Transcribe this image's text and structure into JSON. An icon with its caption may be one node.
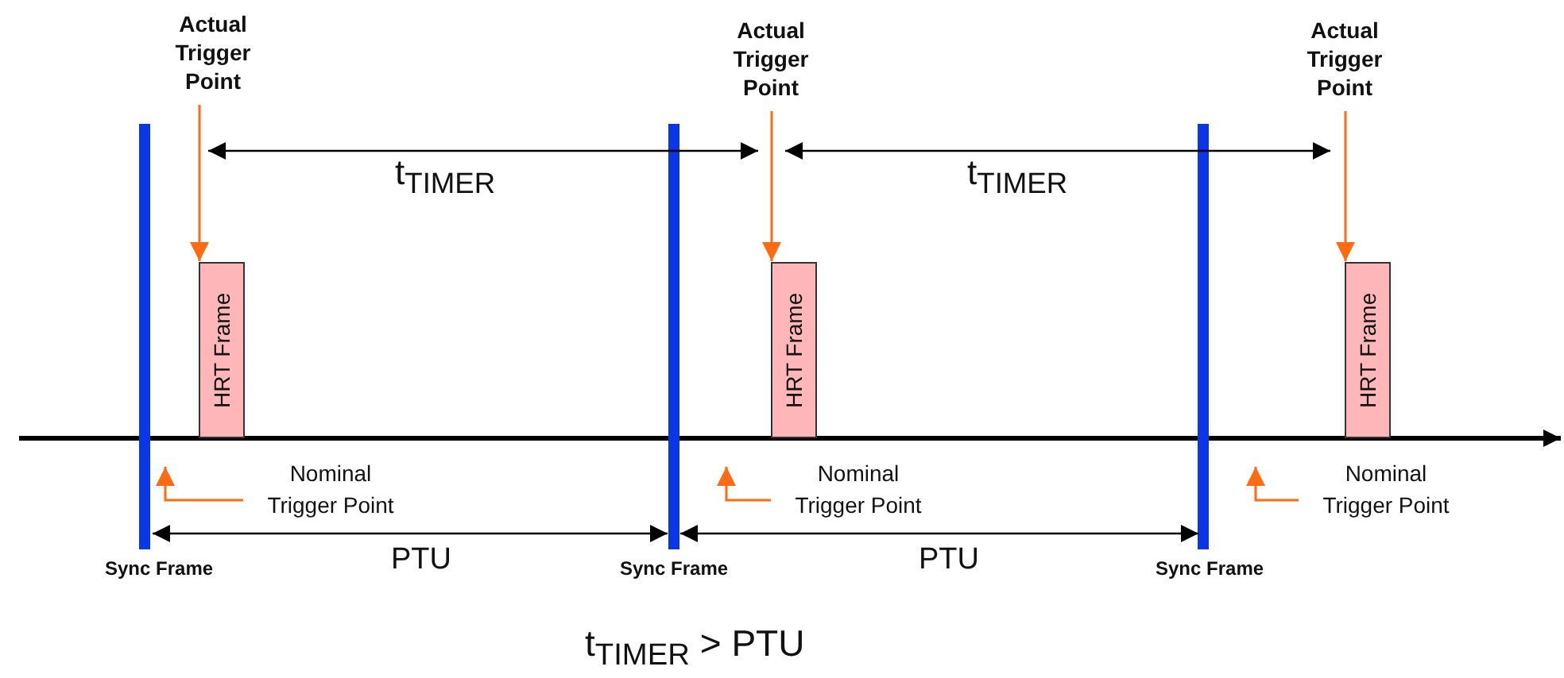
{
  "diagram": {
    "caption": "t$_{TIMER}$ > PTU",
    "nodes": [
      {
        "text": [
          "Actual Trigger Point"
        ]
      },
      {
        "text": [
          "HRT Frame"
        ]
      },
      {
        "text": [
          "Actual Trigger Point"
        ]
      },
      {
        "text": [
          "HRT Frame"
        ]
      },
      {
        "text": [
          "Actual Trigger Point"
        ]
      },
      {
        "text": [
          "HRT Frame"
        ]
      },
      {
        "text": [
          "Nominal Trigger Point"
        ]
      },
      {
        "text": [
          "Nominal Trigger Point"
        ]
      },
      {
        "text": [
          "Nominal Trigger Point"
        ]
      }
    ],
    "edges": [
      {
        "from": 0,
        "to": 1,
        "arrow": "to"
      },
      {
        "from": 2,
        "to": 3,
        "arrow": "to"
      },
      {
        "from": 4,
        "to": 5,
        "arrow": "to"
      },
      {
        "from": 6,
        "to": null,
        "arrow": "to"
      },
      {
        "from": 7,
        "to": null,
        "arrow": "to"
      },
      {
        "from": 8,
        "to": null,
        "arrow": "to"
      }
    ],
    "labels": [
      "t$_{TIMER}$",
      "t$_{TIMER}$",
      "Sync Frame",
      "PTU",
      "Sync Frame",
      "PTU",
      "Sync Frame"
    ]
  }
}
